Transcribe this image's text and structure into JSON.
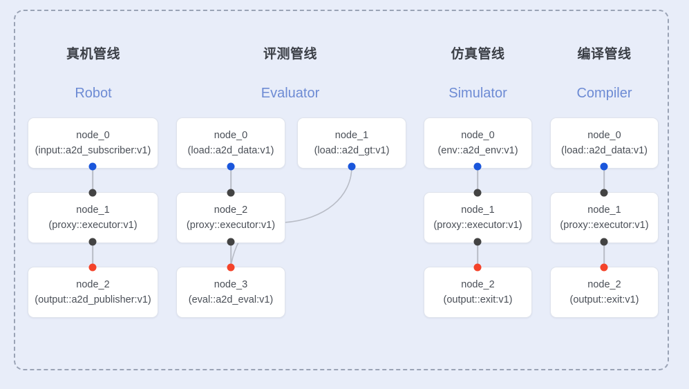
{
  "diagram": {
    "background_color": "#e8edf9",
    "frame": {
      "style": "dashed",
      "color": "#9aa3b5"
    },
    "port_colors": {
      "input": "#1a56db",
      "middle": "#434343",
      "output": "#f4432a"
    },
    "columns": [
      {
        "title_cn": "真机管线",
        "title_en": "Robot",
        "nodes": [
          {
            "id": "node_0",
            "kind": "(input::a2d_subscriber:v1)"
          },
          {
            "id": "node_1",
            "kind": "(proxy::executor:v1)"
          },
          {
            "id": "node_2",
            "kind": "(output::a2d_publisher:v1)"
          }
        ]
      },
      {
        "title_cn": "评测管线",
        "title_en": "Evaluator",
        "nodes": [
          {
            "id": "node_0",
            "kind": "(load::a2d_data:v1)"
          },
          {
            "id": "node_1",
            "kind": "(load::a2d_gt:v1)"
          },
          {
            "id": "node_2",
            "kind": "(proxy::executor:v1)"
          },
          {
            "id": "node_3",
            "kind": "(eval::a2d_eval:v1)"
          }
        ]
      },
      {
        "title_cn": "仿真管线",
        "title_en": "Simulator",
        "nodes": [
          {
            "id": "node_0",
            "kind": "(env::a2d_env:v1)"
          },
          {
            "id": "node_1",
            "kind": "(proxy::executor:v1)"
          },
          {
            "id": "node_2",
            "kind": "(output::exit:v1)"
          }
        ]
      },
      {
        "title_cn": "编译管线",
        "title_en": "Compiler",
        "nodes": [
          {
            "id": "node_0",
            "kind": "(load::a2d_data:v1)"
          },
          {
            "id": "node_1",
            "kind": "(proxy::executor:v1)"
          },
          {
            "id": "node_2",
            "kind": "(output::exit:v1)"
          }
        ]
      }
    ]
  }
}
